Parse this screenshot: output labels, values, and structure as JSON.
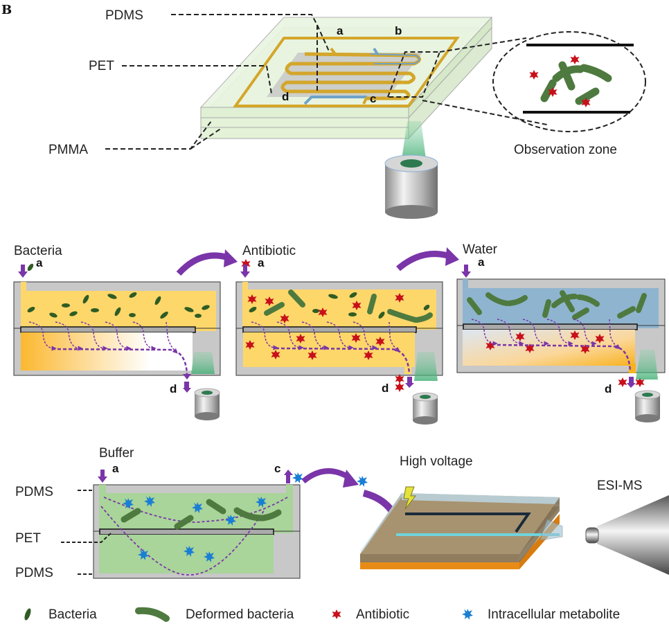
{
  "panel_label": "B",
  "top": {
    "layers": [
      "PDMS",
      "PET",
      "PMMA"
    ],
    "ports": [
      "a",
      "b",
      "c",
      "d"
    ],
    "zoom_caption": "Observation zone"
  },
  "middle": {
    "steps": [
      {
        "title": "Bacteria",
        "inlet": "a",
        "outlet": "d"
      },
      {
        "title": "Antibiotic",
        "inlet": "a",
        "outlet": "d"
      },
      {
        "title": "Water",
        "inlet": "a",
        "outlet": "d"
      }
    ]
  },
  "bottom": {
    "title": "Buffer",
    "inlet": "a",
    "outlet": "c",
    "layers": [
      "PDMS",
      "PET",
      "PDMS"
    ],
    "voltage_label": "High voltage",
    "ms_label": "ESI-MS"
  },
  "legend": [
    {
      "label": "Bacteria",
      "icon": "bacteria-icon"
    },
    {
      "label": "Deformed bacteria",
      "icon": "deformed-bacteria-icon"
    },
    {
      "label": "Antibiotic",
      "icon": "antibiotic-icon"
    },
    {
      "label": "Intracellular metabolite",
      "icon": "metabolite-icon"
    }
  ],
  "colors": {
    "bacteria": "#3d6b2f",
    "antibiotic": "#c8101a",
    "metabolite": "#1a7fd4",
    "flow_arrow": "#7a35a8",
    "medium_yellow": "#fdd76a",
    "medium_blue": "#8fb4cf",
    "medium_green": "#a9d49a",
    "chip_gray": "#c8c8c8"
  }
}
